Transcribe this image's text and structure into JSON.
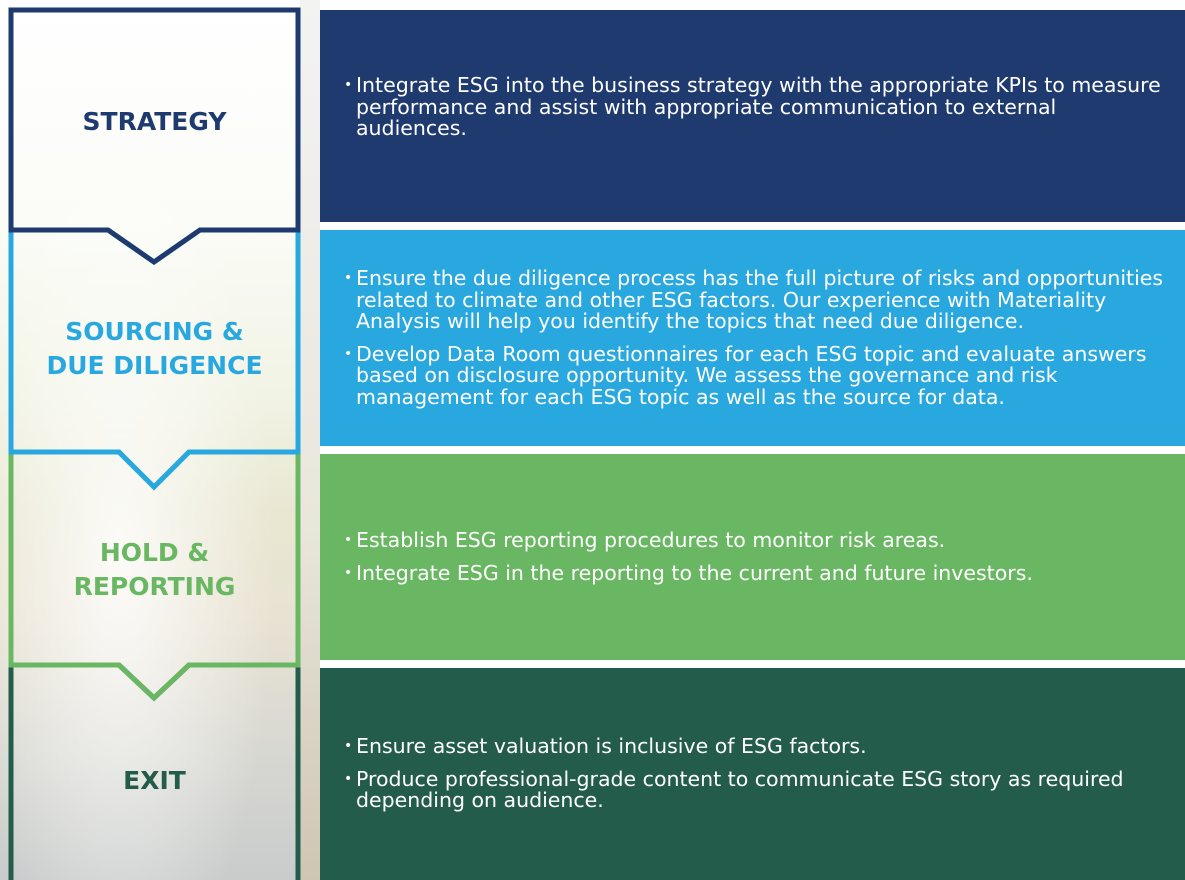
{
  "colors": {
    "strategy": "#1e3a6e",
    "sourcing": "#29a8e0",
    "hold": "#6ab763",
    "exit": "#235c4a",
    "strategy_outline": "#1e3a6e",
    "sourcing_outline": "#29a8e0",
    "hold_outline": "#6ab763",
    "exit_outline": "#235c4a"
  },
  "stages": [
    {
      "label": "STRATEGY",
      "bullets": [
        "Integrate ESG into the business strategy with the appropriate KPIs to measure performance and assist with appropriate communication to external audiences."
      ]
    },
    {
      "label": "SOURCING &\nDUE DILIGENCE",
      "bullets": [
        "Ensure the due diligence process has the full picture of risks and opportunities related to climate and other ESG factors. Our experience with Materiality Analysis will help you identify the topics that need due diligence.",
        "Develop Data Room questionnaires for each ESG topic and evaluate answers based on disclosure opportunity. We assess the governance and risk management for each ESG topic as well as the source for data."
      ]
    },
    {
      "label": "HOLD &\nREPORTING",
      "bullets": [
        "Establish ESG reporting procedures to monitor risk areas.",
        "Integrate ESG in the reporting to the current and future investors."
      ]
    },
    {
      "label": "EXIT",
      "bullets": [
        "Ensure asset valuation is inclusive of ESG factors.",
        "Produce professional-grade content to communicate ESG story as required depending on audience."
      ]
    }
  ]
}
